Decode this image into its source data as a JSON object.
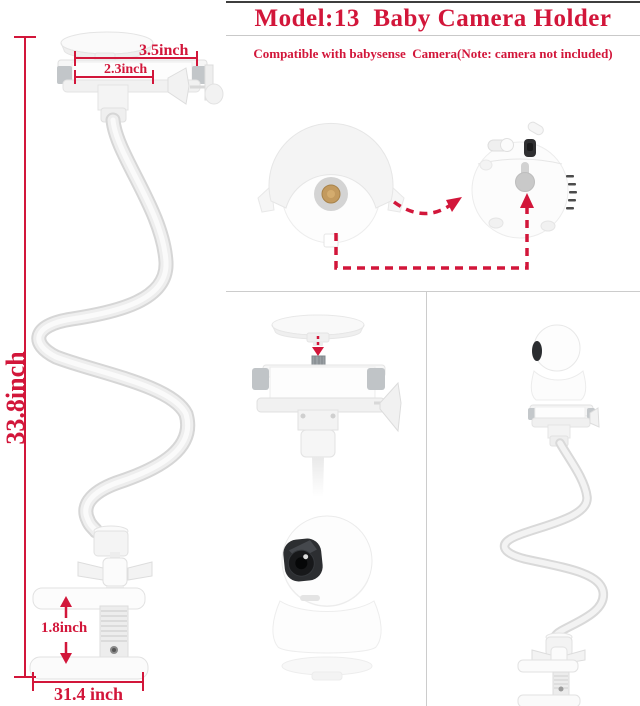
{
  "header": {
    "title": "Model:13  Baby Camera Holder",
    "subtitle": "Compatible with babysense  Camera(Note: camera not included)"
  },
  "measurements": {
    "top_plate_width": "3.5inch",
    "clamp_inner_width": "2.3inch",
    "overall_height": "33.8inch",
    "clamp_max_opening": "1.8inch",
    "base_clamp_width": "31.4 inch"
  },
  "colors": {
    "accent_red": "#d2163a",
    "panel_border": "#cccccc",
    "header_rule": "#3e3e3e"
  },
  "figures": {
    "main_view": "gooseneck-holder-with-clamp-side-view",
    "disc_pair": "mount-disc-and-camera-base-back",
    "holder_closeup": "phone-clamp-head-closeup-with-disc",
    "camera": "baby-monitor-camera",
    "assembled": "assembled-holder-with-camera"
  }
}
